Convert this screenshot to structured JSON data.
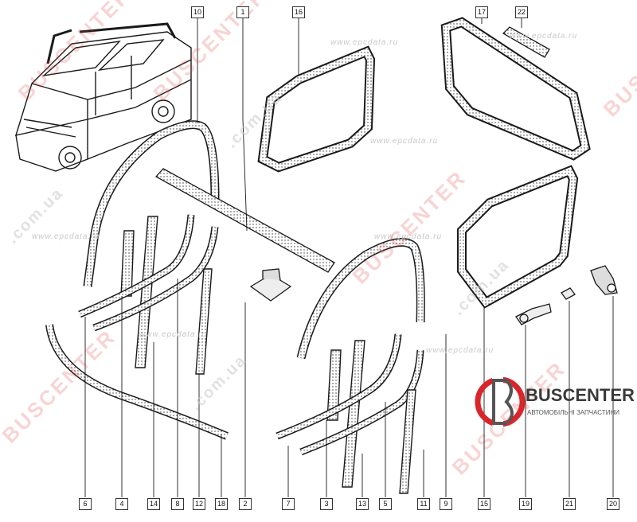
{
  "watermarks": {
    "site": "www.epcdata.ru",
    "brand": "BUSCENTER",
    "brand_suffix": ".com.ua"
  },
  "logo": {
    "name": "BUSCENTER",
    "subtitle": "АВТОМОБІЛЬНІ ЗАПЧАСТИНИ"
  },
  "callouts_top": [
    "10",
    "1",
    "16",
    "17",
    "22"
  ],
  "callouts_bottom": [
    "6",
    "4",
    "14",
    "8",
    "12",
    "18",
    "2",
    "7",
    "3",
    "13",
    "5",
    "11",
    "9",
    "15",
    "19",
    "21",
    "20"
  ],
  "colors": {
    "line": "#1a1a1a",
    "watermark_red": "#e03c3c",
    "watermark_gray": "#c8c8c8",
    "logo_red": "#d9252a"
  }
}
